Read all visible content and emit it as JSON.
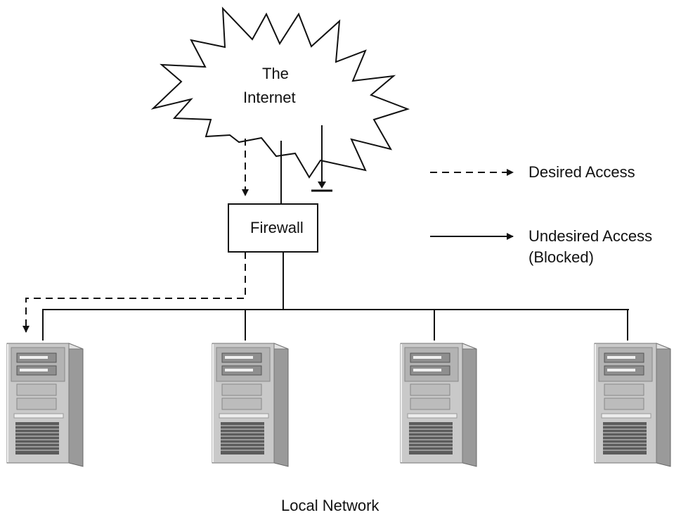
{
  "internet": {
    "line1": "The",
    "line2": "Internet"
  },
  "firewall": {
    "label": "Firewall"
  },
  "legend": {
    "desired": "Desired Access",
    "undesired": "Undesired Access",
    "undesired_note": "(Blocked)"
  },
  "network": {
    "label": "Local Network",
    "servers": [
      "server",
      "server",
      "server",
      "server"
    ]
  },
  "colors": {
    "line": "#111111",
    "server_light": "#d4d4d4",
    "server_mid": "#a8a8a8",
    "server_dark": "#6e6e6e"
  }
}
